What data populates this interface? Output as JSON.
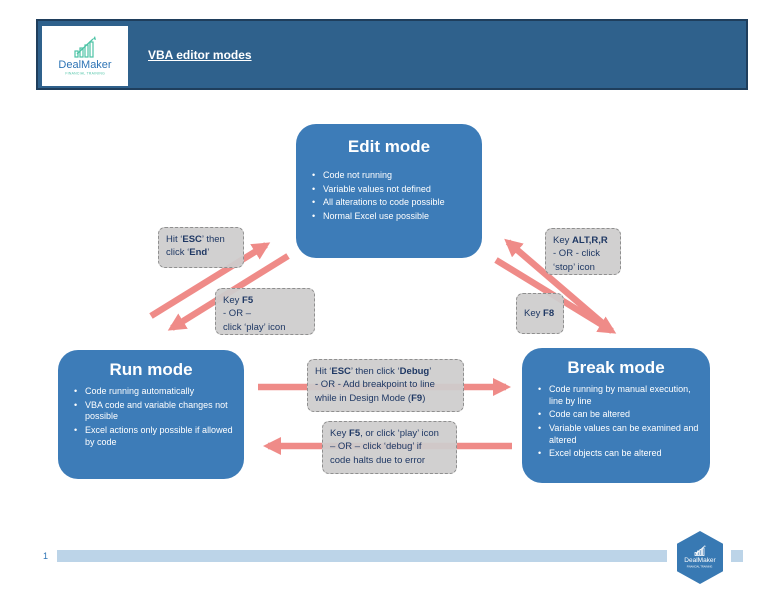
{
  "header": {
    "title": "VBA editor modes"
  },
  "brand": {
    "name": "DealMaker",
    "tagline": "FINANCIAL TRAINING"
  },
  "footer": {
    "page_number": "1"
  },
  "colors": {
    "header_bg": "#2F618C",
    "header_border": "#1F3E5C",
    "node_bg": "#3D7CB8",
    "arrow": "#EF8B88",
    "label_bg": "#CECCCC",
    "label_text": "#1F3864",
    "footer_bar": "#BCD4E8",
    "brand_blue": "#2E74B5",
    "brand_teal": "#4CC3A5"
  },
  "nodes": {
    "edit": {
      "title": "Edit mode",
      "bullets": [
        "Code not running",
        "Variable values not defined",
        "All alterations to code possible",
        "Normal Excel use possible"
      ]
    },
    "run": {
      "title": "Run mode",
      "bullets": [
        "Code running automatically",
        "VBA code and variable changes not possible",
        "Excel actions only possible if allowed by code"
      ]
    },
    "break": {
      "title": "Break mode",
      "bullets": [
        "Code running by manual execution, line by line",
        "Code can be altered",
        "Variable values can be examined and altered",
        "Excel objects can be altered"
      ]
    }
  },
  "labels": {
    "esc_end": {
      "lines": [
        [
          {
            "t": "Hit ‘"
          },
          {
            "t": "ESC",
            "b": true
          },
          {
            "t": "’ then"
          }
        ],
        [
          {
            "t": "click ‘"
          },
          {
            "t": "End",
            "b": true
          },
          {
            "t": "’"
          }
        ]
      ]
    },
    "f5_play": {
      "lines": [
        [
          {
            "t": "Key "
          },
          {
            "t": "F5",
            "b": true
          }
        ],
        [
          {
            "t": "- OR –"
          }
        ],
        [
          {
            "t": "click ‘play’ icon"
          }
        ]
      ]
    },
    "alt_rr": {
      "lines": [
        [
          {
            "t": "Key "
          },
          {
            "t": "ALT,R,R",
            "b": true
          }
        ],
        [
          {
            "t": "- OR - click"
          }
        ],
        [
          {
            "t": "‘stop’ icon"
          }
        ]
      ]
    },
    "f8": {
      "lines": [
        [
          {
            "t": "Key "
          },
          {
            "t": "F8",
            "b": true
          }
        ]
      ]
    },
    "esc_debug": {
      "lines": [
        [
          {
            "t": "Hit ‘"
          },
          {
            "t": "ESC",
            "b": true
          },
          {
            "t": "’ then click ‘"
          },
          {
            "t": "Debug",
            "b": true
          },
          {
            "t": "’"
          }
        ],
        [
          {
            "t": "- OR - Add breakpoint to line"
          }
        ],
        [
          {
            "t": "while in Design Mode ("
          },
          {
            "t": "F9",
            "b": true
          },
          {
            "t": ")"
          }
        ]
      ]
    },
    "f5_debug": {
      "lines": [
        [
          {
            "t": "Key "
          },
          {
            "t": "F5",
            "b": true
          },
          {
            "t": ", or click ‘play’ icon"
          }
        ],
        [
          {
            "t": "– OR – click ‘debug’ if"
          }
        ],
        [
          {
            "t": "code halts due to error"
          }
        ]
      ]
    }
  }
}
